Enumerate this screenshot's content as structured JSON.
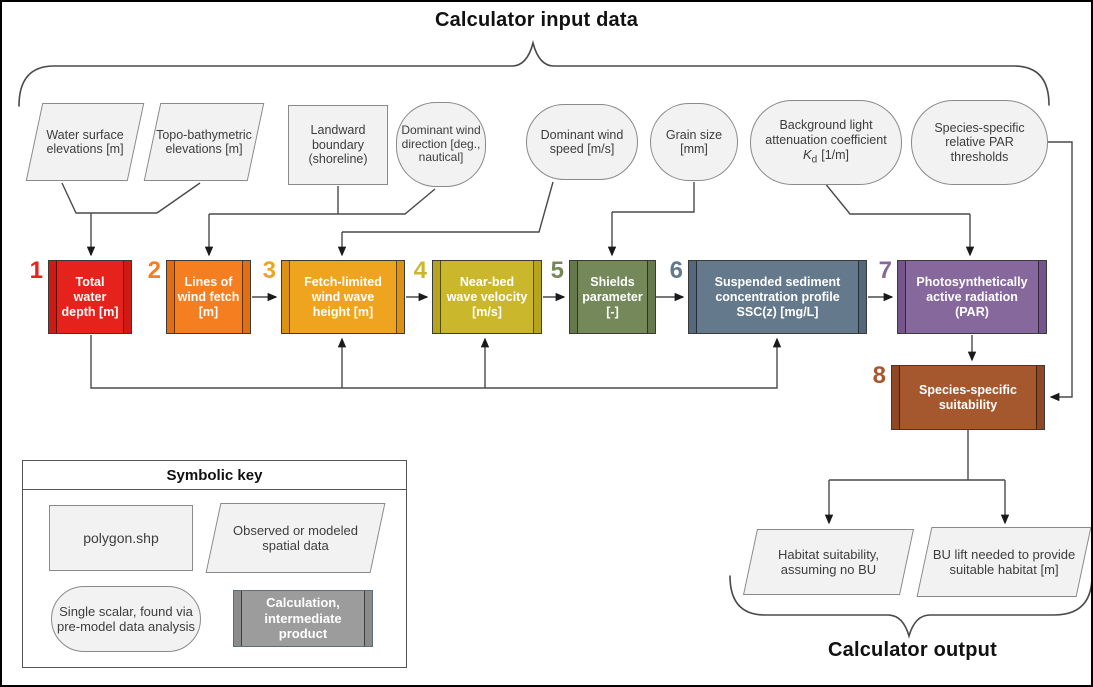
{
  "titles": {
    "input": "Calculator input data",
    "output": "Calculator output"
  },
  "colors": {
    "shape_fill": "#F2F2F2",
    "shape_border": "#8A8A8A",
    "wire": "#4A4A4A"
  },
  "inputs": [
    {
      "shape": "parallelogram",
      "label": "Water surface elevations [m]"
    },
    {
      "shape": "parallelogram",
      "label": "Topo-bathymetric elevations [m]"
    },
    {
      "shape": "rectangle",
      "label": "Landward boundary (shoreline)"
    },
    {
      "shape": "ellipse",
      "label": "Dominant wind direction [deg., nautical]"
    },
    {
      "shape": "ellipse",
      "label": "Dominant wind speed [m/s]"
    },
    {
      "shape": "ellipse",
      "label": "Grain size [mm]"
    },
    {
      "shape": "ellipse",
      "label": "Background light attenuation coefficient",
      "formula": {
        "symbol": "K",
        "sub": "d",
        "units": "[1/m]"
      }
    },
    {
      "shape": "ellipse",
      "label": "Species-specific relative PAR thresholds"
    }
  ],
  "processes": [
    {
      "num": "1",
      "label": "Total water depth [m]",
      "color": "#E5231C",
      "bar": "#CD1A13"
    },
    {
      "num": "2",
      "label": "Lines of wind fetch [m]",
      "color": "#F57E20",
      "bar": "#E06E12"
    },
    {
      "num": "3",
      "label": "Fetch-limited wind wave height [m]",
      "color": "#EFA420",
      "bar": "#DB9214"
    },
    {
      "num": "4",
      "label": "Near-bed wave velocity [m/s]",
      "color": "#CBB72B",
      "bar": "#B7A41D"
    },
    {
      "num": "5",
      "label": "Shields parameter [-]",
      "color": "#74885A",
      "bar": "#65794C"
    },
    {
      "num": "6",
      "label": "Suspended sediment concentration profile SSC(z) [mg/L]",
      "color": "#64798C",
      "bar": "#55677A"
    },
    {
      "num": "7",
      "label": "Photosynthetically active radiation (PAR)",
      "color": "#86689D",
      "bar": "#74568C"
    },
    {
      "num": "8",
      "label": "Species-specific suitability",
      "color": "#A5572E",
      "bar": "#8F4823"
    }
  ],
  "key": {
    "title": "Symbolic key",
    "items": [
      {
        "shape": "rectangle",
        "label": "polygon.shp"
      },
      {
        "shape": "parallelogram",
        "label": "Observed or modeled spatial data"
      },
      {
        "shape": "ellipse",
        "label": "Single scalar, found via pre-model data analysis"
      },
      {
        "shape": "process",
        "label": "Calculation, intermediate product",
        "color": "#9C9C9C",
        "bar": "#8B8B8B"
      }
    ]
  },
  "outputs": [
    {
      "shape": "parallelogram",
      "label": "Habitat suitability, assuming no BU"
    },
    {
      "shape": "parallelogram",
      "label": "BU lift needed to provide suitable habitat [m]"
    }
  ]
}
